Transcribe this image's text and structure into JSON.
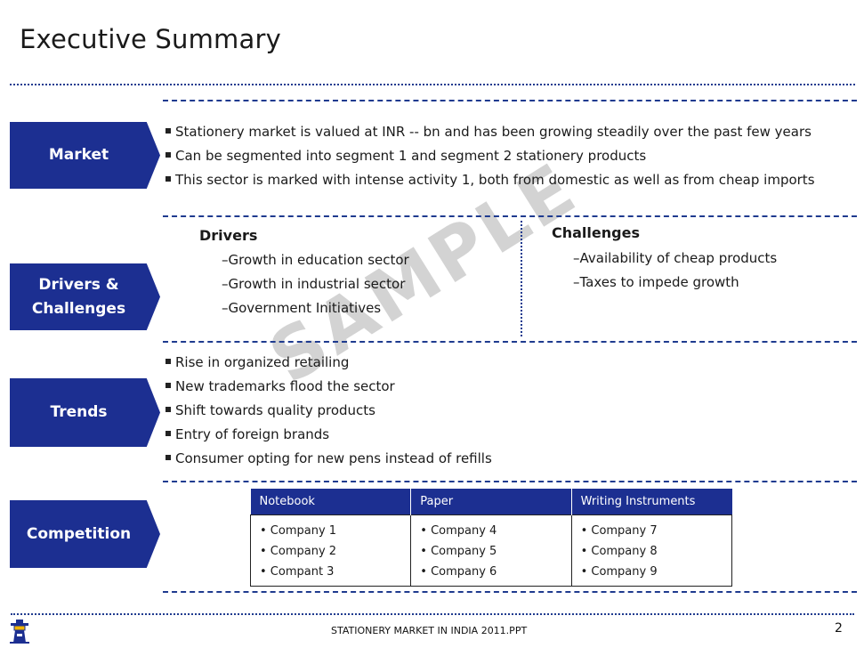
{
  "title": "Executive Summary",
  "watermark": "SAMPLE",
  "sections": {
    "market": {
      "label": "Market",
      "bullets": [
        "Stationery market is valued at INR -- bn and has been growing steadily over the past few years",
        "Can be segmented into segment 1 and segment 2 stationery products",
        "This sector is marked with intense activity 1, both from domestic as well as from cheap imports"
      ]
    },
    "drivers_challenges": {
      "label_line1": "Drivers &",
      "label_line2": "Challenges",
      "drivers_title": "Drivers",
      "drivers": [
        "Growth in education sector",
        "Growth in industrial sector",
        "Government Initiatives"
      ],
      "challenges_title": "Challenges",
      "challenges": [
        "Availability of cheap products",
        "Taxes to impede growth"
      ]
    },
    "trends": {
      "label": "Trends",
      "bullets": [
        "Rise in organized retailing",
        "New trademarks flood the sector",
        "Shift towards quality products",
        "Entry of foreign brands",
        "Consumer opting for new pens instead of refills"
      ]
    },
    "competition": {
      "label": "Competition",
      "columns": [
        "Notebook",
        "Paper",
        "Writing Instruments"
      ],
      "rows": [
        [
          "• Company 1",
          "• Company 4",
          "• Company 7"
        ],
        [
          "• Company 2",
          "• Company 5",
          "• Company 8"
        ],
        [
          "• Compant 3",
          "• Company 6",
          "• Company 9"
        ]
      ]
    }
  },
  "footer": {
    "text": "STATIONERY MARKET IN INDIA 2011.PPT",
    "page": "2"
  },
  "colors": {
    "accent": "#1c2f91",
    "watermark": "#d3d3d3"
  }
}
